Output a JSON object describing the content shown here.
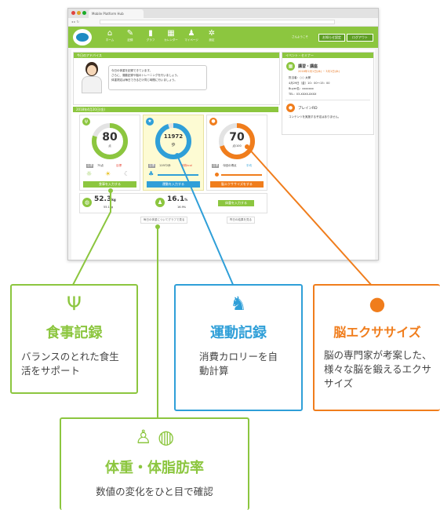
{
  "browser": {
    "tab_title": "Mobile Platform Hub"
  },
  "app": {
    "nav": [
      {
        "label": "ホーム",
        "icon": "house-icon"
      },
      {
        "label": "記録",
        "icon": "pencil-icon"
      },
      {
        "label": "グラフ",
        "icon": "bar-chart-icon"
      },
      {
        "label": "カレンダー",
        "icon": "calendar-icon"
      },
      {
        "label": "マイページ",
        "icon": "person-icon"
      },
      {
        "label": "設定",
        "icon": "gear-icon"
      }
    ],
    "user_greeting": "さんようこそ",
    "header_buttons": [
      "お知らせ設定",
      "ログアウト"
    ]
  },
  "advice": {
    "header": "今日のアドバイス",
    "lines": [
      "今日の体重を記録できています。",
      "さらに、運動記録や脳のトレーニングを行いましょう。",
      "体重測定は毎日できるだけ同じ時間に行いましょう。"
    ]
  },
  "event_panel": {
    "header": "イベント・セミナー",
    "title": "講習・講座",
    "date_line": "2018年2月1日(木) ~ 3月1日(木)",
    "lines": [
      "担当者：○○ 太郎",
      "4月29日（金）10：00〜15：00",
      "Buyer名：xxxxxxx",
      "TEL：03-XXXX-XXXX"
    ],
    "brain_title": "ブレインRD",
    "brain_desc": "コンテンツを実施する予定はありません。"
  },
  "date_bar": "2018年4月20日(金)",
  "gauges": [
    {
      "key": "meal",
      "value": "80",
      "unit": "点",
      "tag": "目標",
      "detail_a": "75点",
      "detail_b": "目標",
      "button": "食事を入力する",
      "color": "#8cc63f",
      "fill": 0.8
    },
    {
      "key": "exercise",
      "value": "11972",
      "unit": "歩",
      "tag": "目標",
      "detail_a": "11972歩",
      "detail_b": "消費kcal",
      "button": "運動を入力する",
      "color": "#2f9fd8",
      "fill": 0.95
    },
    {
      "key": "brain",
      "value": "70",
      "unit": "点/100",
      "tag": "目標",
      "detail_a": "今回の得点",
      "detail_b": "平均",
      "button": "脳エクササイズをする",
      "color": "#f07d1c",
      "fill": 0.7
    }
  ],
  "body_stats": {
    "weight": {
      "value": "52.3",
      "unit": "kg",
      "sub": "55.1kg"
    },
    "fat": {
      "value": "16.1",
      "unit": "%",
      "sub": "16.9%"
    },
    "button": "体重を入力する"
  },
  "footer_links": [
    "毎日の体重についてグラフで見る",
    "昨日の結果を見る"
  ],
  "features": {
    "meal": {
      "icon": "fork-knife-icon",
      "title": "食事記録",
      "desc": "バランスのとれた食生活をサポート",
      "color": "#8cc63f"
    },
    "exercise": {
      "icon": "running-person-icon",
      "title": "運動記録",
      "desc": "消費カロリーを自動計算",
      "color": "#2f9fd8"
    },
    "brain": {
      "icon": "brain-head-icon",
      "title": "脳エクササイズ",
      "desc": "脳の専門家が考案した、様々な脳を鍛えるエクササイズ",
      "color": "#f07d1c"
    },
    "body": {
      "icon": "person-scale-icon",
      "title": "体重・体脂肪率",
      "desc": "数値の変化をひと目で確認",
      "color": "#8cc63f"
    }
  }
}
